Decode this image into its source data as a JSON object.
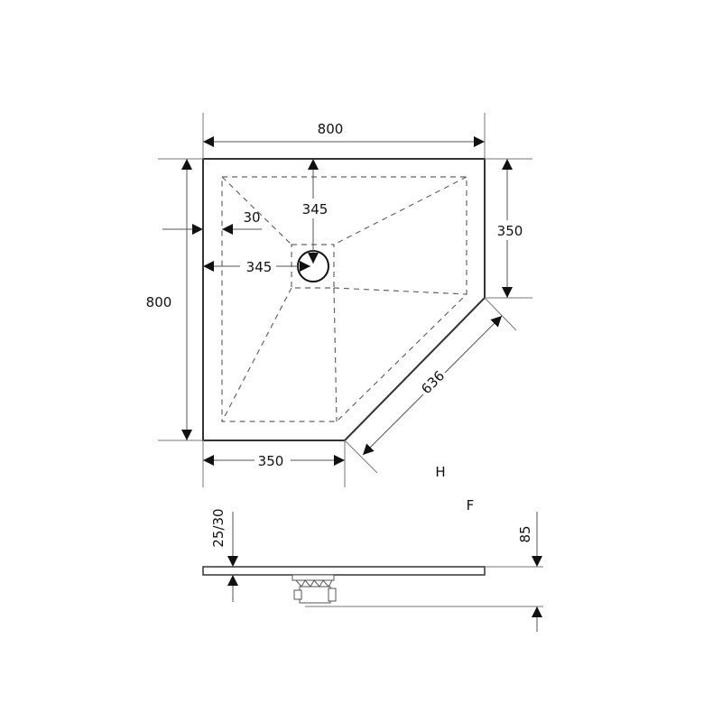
{
  "diagram": {
    "title": "Pentagonal shower tray technical drawing",
    "top_view": {
      "dimensions": {
        "overall_width": "800",
        "overall_height": "800",
        "right_side": "350",
        "bottom_side": "350",
        "diagonal": "636",
        "drain_from_top": "345",
        "drain_from_left": "345",
        "rim_width": "30"
      },
      "view_label": "H"
    },
    "side_view": {
      "dimensions": {
        "thickness": "25/30",
        "total_height": "85"
      },
      "view_label": "F"
    },
    "colors": {
      "line": "#333333",
      "dimension_line": "#555555",
      "dashed": "#666666",
      "text": "#111111",
      "background": "#ffffff"
    }
  }
}
